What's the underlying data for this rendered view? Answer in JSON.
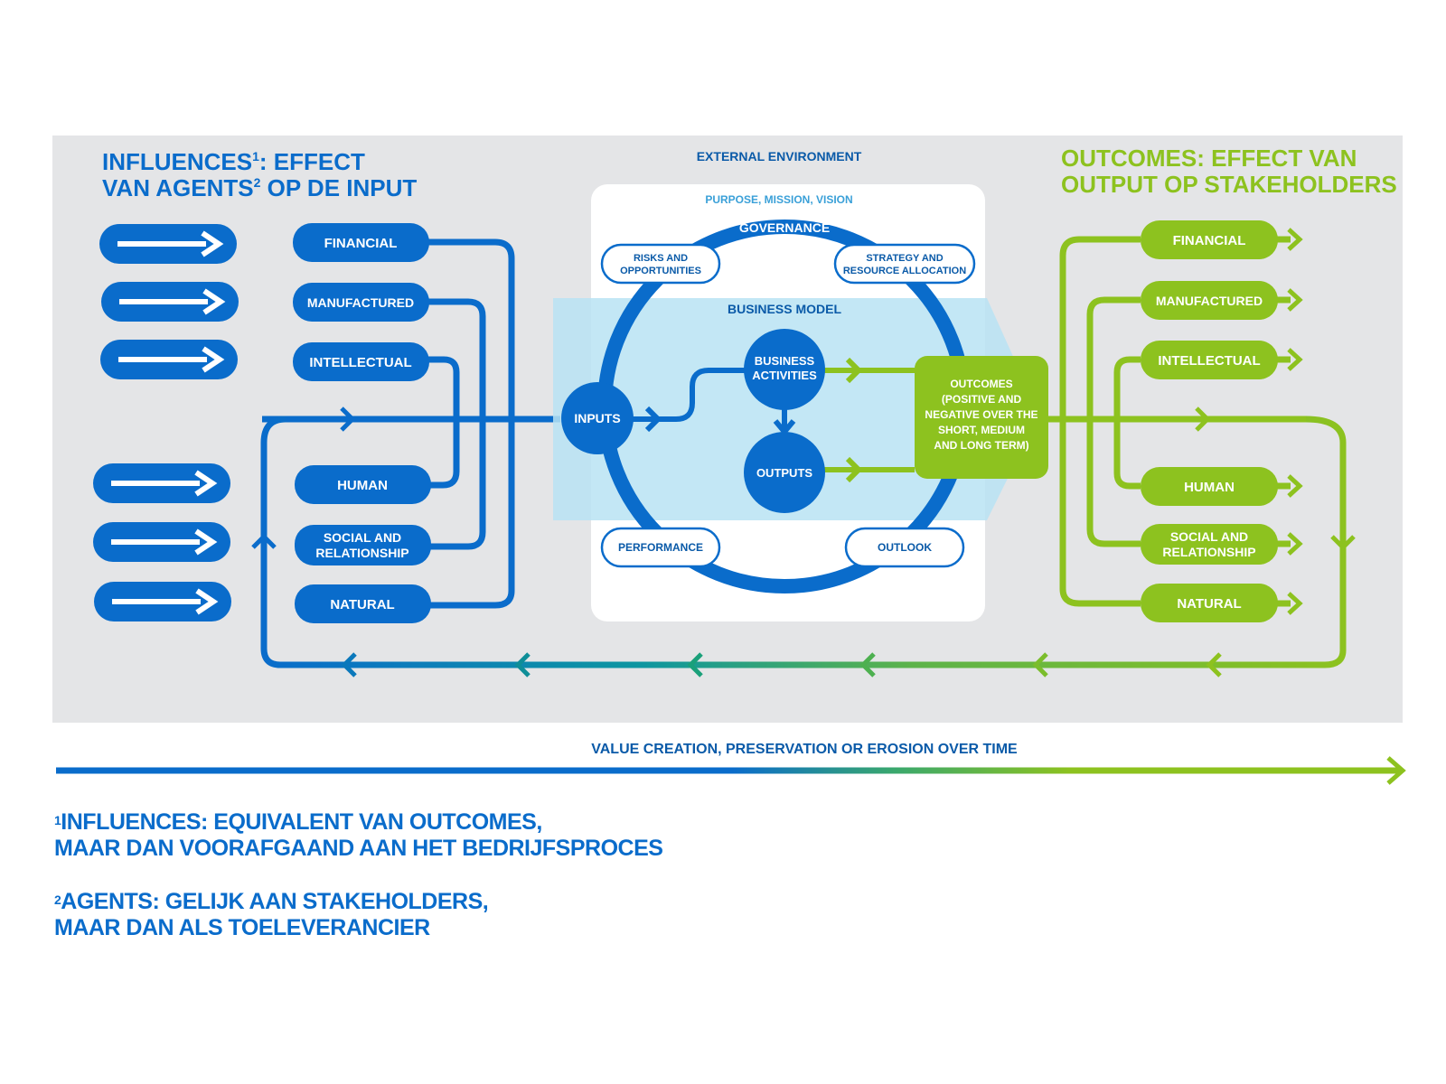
{
  "colors": {
    "blue": "#0a6ccb",
    "green": "#8dc21f",
    "panel": "#e4e5e7",
    "light_blue": "#b8e3f3"
  },
  "left_heading": {
    "line1_a": "INFLUENCES",
    "sup1": "1",
    "line1_b": ": EFFECT",
    "line2_a": "VAN AGENTS",
    "sup2": "2",
    "line2_b": " OP DE INPUT"
  },
  "right_heading": {
    "line1": "OUTCOMES: EFFECT VAN",
    "line2": "OUTPUT OP STAKEHOLDERS"
  },
  "external_environment": "EXTERNAL ENVIRONMENT",
  "purpose": "PURPOSE, MISSION, VISION",
  "governance": "GOVERNANCE",
  "risks": {
    "line1": "RISKS AND",
    "line2": "OPPORTUNITIES"
  },
  "strategy": {
    "line1": "STRATEGY AND",
    "line2": "RESOURCE ALLOCATION"
  },
  "business_model": "BUSINESS MODEL",
  "inputs": "INPUTS",
  "business_activities": {
    "line1": "BUSINESS",
    "line2": "ACTIVITIES"
  },
  "outputs": "OUTPUTS",
  "outcomes_box": {
    "line1": "OUTCOMES",
    "line2": "(POSITIVE AND",
    "line3": "NEGATIVE OVER THE",
    "line4": "SHORT, MEDIUM",
    "line5": "AND LONG TERM)"
  },
  "performance": "PERFORMANCE",
  "outlook": "OUTLOOK",
  "capitals_left": {
    "financial": "FINANCIAL",
    "manufactured": "MANUFACTURED",
    "intellectual": "INTELLECTUAL",
    "human": "HUMAN",
    "social_1": "SOCIAL AND",
    "social_2": "RELATIONSHIP",
    "natural": "NATURAL"
  },
  "capitals_right": {
    "financial": "FINANCIAL",
    "manufactured": "MANUFACTURED",
    "intellectual": "INTELLECTUAL",
    "human": "HUMAN",
    "social_1": "SOCIAL AND",
    "social_2": "RELATIONSHIP",
    "natural": "NATURAL"
  },
  "value_creation": "VALUE CREATION, PRESERVATION OR EROSION OVER TIME",
  "footnote1": {
    "sup": "1",
    "line1": "INFLUENCES: EQUIVALENT VAN OUTCOMES,",
    "line2": "MAAR DAN VOORAFGAAND AAN HET BEDRIJFSPROCES"
  },
  "footnote2": {
    "sup": "2",
    "line1": "AGENTS: GELIJK AAN STAKEHOLDERS,",
    "line2": "MAAR DAN ALS TOELEVERANCIER"
  }
}
